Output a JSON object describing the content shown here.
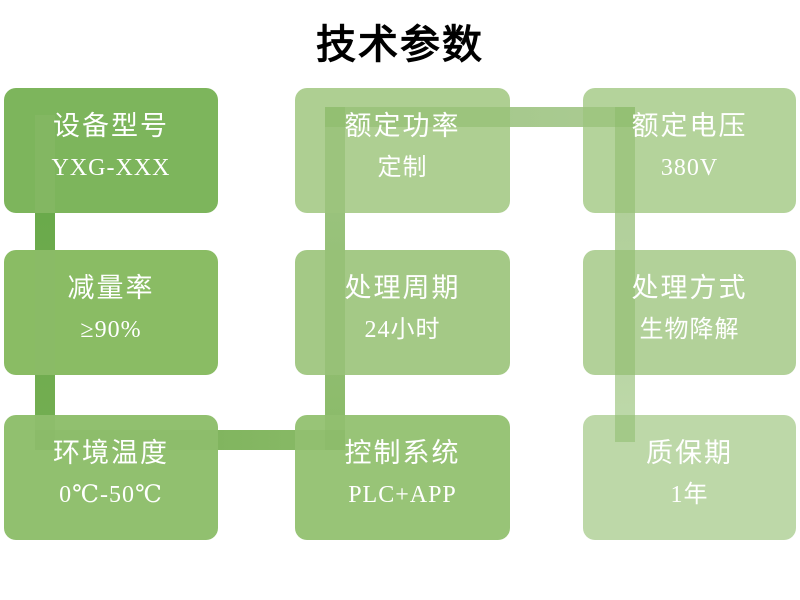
{
  "title": "技术参数",
  "boxes": [
    {
      "label": "设备型号",
      "value": "YXG-XXX",
      "color": "#7db55c"
    },
    {
      "label": "额定功率",
      "value": "定制",
      "color": "#aecf92"
    },
    {
      "label": "额定电压",
      "value": "380V",
      "color": "#b4d39b"
    },
    {
      "label": "减量率",
      "value": "≥90%",
      "color": "#8abc64"
    },
    {
      "label": "处理周期",
      "value": "24小时",
      "color": "#a4c986"
    },
    {
      "label": "处理方式",
      "value": "生物降解",
      "color": "#b2d199"
    },
    {
      "label": "环境温度",
      "value": "0℃-50℃",
      "color": "#91c06f"
    },
    {
      "label": "控制系统",
      "value": "PLC+APP",
      "color": "#98c477"
    },
    {
      "label": "质保期",
      "value": "1年",
      "color": "#bdd8a8"
    }
  ],
  "connector": {
    "colors": [
      "#66a848",
      "#74ae52",
      "#8aba68",
      "#a0c685",
      "#abcb93",
      "#bed9aa"
    ]
  }
}
